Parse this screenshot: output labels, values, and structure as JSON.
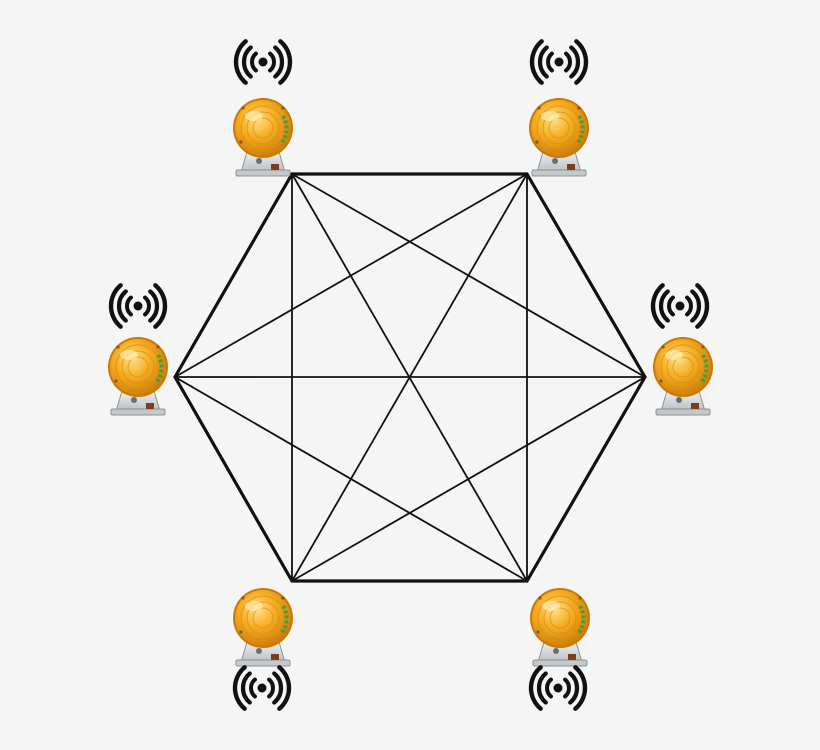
{
  "diagram": {
    "type": "complete-graph-hexagon",
    "background": "#f5f5f5",
    "edge_color": "#111111",
    "node_count": 6,
    "nodes": [
      {
        "id": "top-left",
        "icon": "warning-beacon-light",
        "signal": "wireless-signal-icon",
        "signal_side": "above"
      },
      {
        "id": "top-right",
        "icon": "warning-beacon-light",
        "signal": "wireless-signal-icon",
        "signal_side": "above"
      },
      {
        "id": "right",
        "icon": "warning-beacon-light",
        "signal": "wireless-signal-icon",
        "signal_side": "above"
      },
      {
        "id": "bottom-right",
        "icon": "warning-beacon-light",
        "signal": "wireless-signal-icon",
        "signal_side": "below"
      },
      {
        "id": "bottom-left",
        "icon": "warning-beacon-light",
        "signal": "wireless-signal-icon",
        "signal_side": "below"
      },
      {
        "id": "left",
        "icon": "warning-beacon-light",
        "signal": "wireless-signal-icon",
        "signal_side": "above"
      }
    ],
    "colors": {
      "lens": "#f4a81d",
      "lens_dark": "#c97a06",
      "lens_light": "#ffd46b",
      "housing": "#cfd3d6",
      "green_ring": "#4f9a3a"
    }
  }
}
